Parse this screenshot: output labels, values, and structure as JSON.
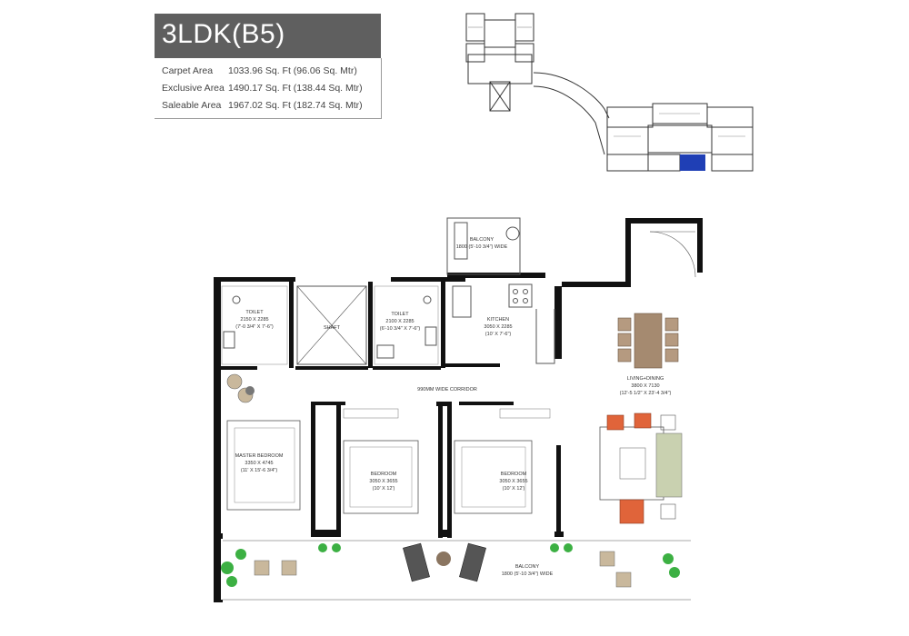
{
  "unit": {
    "title": "3LDK(B5)",
    "areas": [
      {
        "label": "Carpet Area",
        "value": "1033.96 Sq. Ft (96.06 Sq. Mtr)"
      },
      {
        "label": "Exclusive Area",
        "value": "1490.17 Sq. Ft (138.44 Sq. Mtr)"
      },
      {
        "label": "Saleable Area",
        "value": "1967.02 Sq. Ft (182.74 Sq. Mtr)"
      }
    ]
  },
  "rooms": {
    "top_balcony": {
      "name": "BALCONY",
      "dims": "1800 (5'-10 3/4\") WIDE"
    },
    "toilet1": {
      "name": "TOILET",
      "dims": "2150 X 2285",
      "imperial": "(7'-0 3/4\" X 7'-6\")"
    },
    "shaft": {
      "name": "SHAFT"
    },
    "toilet2": {
      "name": "TOILET",
      "dims": "2100 X 2285",
      "imperial": "(6'-10 3/4\" X 7'-6\")"
    },
    "kitchen": {
      "name": "KITCHEN",
      "dims": "3050 X 2285",
      "imperial": "(10' X 7'-6\")"
    },
    "corridor": {
      "name": "990MM WIDE CORRIDOR"
    },
    "living": {
      "name": "LIVING+DINING",
      "dims": "3800 X 7130",
      "imperial": "(12'-5 1/2\" X 23'-4 3/4\")"
    },
    "master": {
      "name": "MASTER BEDROOM",
      "dims": "3350 X 4745",
      "imperial": "(11' X 15'-6 3/4\")"
    },
    "bedroom1": {
      "name": "BEDROOM",
      "dims": "3050 X 3655",
      "imperial": "(10' X 12')"
    },
    "bedroom2": {
      "name": "BEDROOM",
      "dims": "3050 X 3655",
      "imperial": "(10' X 12')"
    },
    "bottom_balcony": {
      "name": "BALCONY",
      "dims": "1800 (5'-10 3/4\") WIDE"
    }
  },
  "colors": {
    "title_bg": "#5f5f5f",
    "highlight": "#1f3fb5",
    "wall": "#111111",
    "furniture_orange": "#e0643a",
    "plant_green": "#3cb043"
  }
}
